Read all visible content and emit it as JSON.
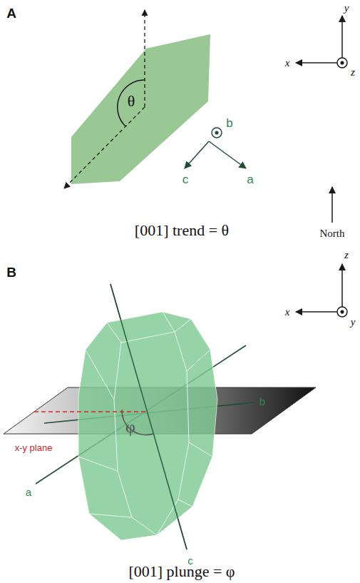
{
  "diagram": {
    "labels": [
      "A",
      "y",
      "x",
      "z",
      "θ",
      "b",
      "c",
      "a",
      "[001] trend = θ",
      "North",
      "B",
      "z",
      "x",
      "y",
      "φ",
      "b",
      "x-y plane",
      "a",
      "c",
      "[001] plunge = φ"
    ]
  }
}
